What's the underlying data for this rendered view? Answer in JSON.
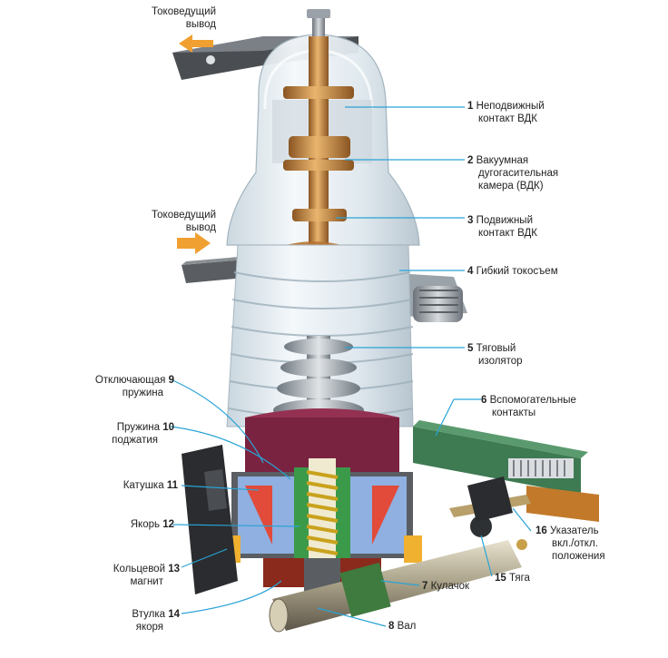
{
  "diagram": {
    "terminal_top": {
      "line1": "Токоведущий",
      "line2": "вывод"
    },
    "terminal_mid": {
      "line1": "Токоведущий",
      "line2": "вывод"
    },
    "callouts_right": [
      {
        "num": "1",
        "line1": "Неподвижный",
        "line2": "контакт ВДК",
        "line3": ""
      },
      {
        "num": "2",
        "line1": "Вакуумная",
        "line2": "дугогасительная",
        "line3": "камера (ВДК)"
      },
      {
        "num": "3",
        "line1": "Подвижный",
        "line2": "контакт ВДК",
        "line3": ""
      },
      {
        "num": "4",
        "line1": "Гибкий токосъем",
        "line2": "",
        "line3": ""
      },
      {
        "num": "5",
        "line1": "Тяговый",
        "line2": "изолятор",
        "line3": ""
      },
      {
        "num": "6",
        "line1": "Вспомогательные",
        "line2": "контакты",
        "line3": ""
      },
      {
        "num": "7",
        "line1": "Кулачок",
        "line2": "",
        "line3": ""
      },
      {
        "num": "8",
        "line1": "Вал",
        "line2": "",
        "line3": ""
      },
      {
        "num": "15",
        "line1": "Тяга",
        "line2": "",
        "line3": ""
      },
      {
        "num": "16",
        "line1": "Указатель",
        "line2": "вкл./откл.",
        "line3": "положения"
      }
    ],
    "callouts_left": [
      {
        "num": "9",
        "line1": "Отключающая",
        "line2": "пружина"
      },
      {
        "num": "10",
        "line1": "Пружина",
        "line2": "поджатия"
      },
      {
        "num": "11",
        "line1": "Катушка",
        "line2": ""
      },
      {
        "num": "12",
        "line1": "Якорь",
        "line2": ""
      },
      {
        "num": "13",
        "line1": "Кольцевой",
        "line2": "магнит"
      },
      {
        "num": "14",
        "line1": "Втулка",
        "line2": "якоря"
      }
    ],
    "colors": {
      "leader": "#29a3d6",
      "arrow": "#f0a030",
      "copper": "#c98a3e",
      "glass": "#d9e6ee",
      "coil_blue": "#8fb0e0",
      "armature_green": "#3a9a4a",
      "spring_yellow": "#e6c22a",
      "magnet_orange": "#f0b030",
      "housing_maroon": "#7a2340",
      "dark": "#3a3a3a"
    }
  }
}
